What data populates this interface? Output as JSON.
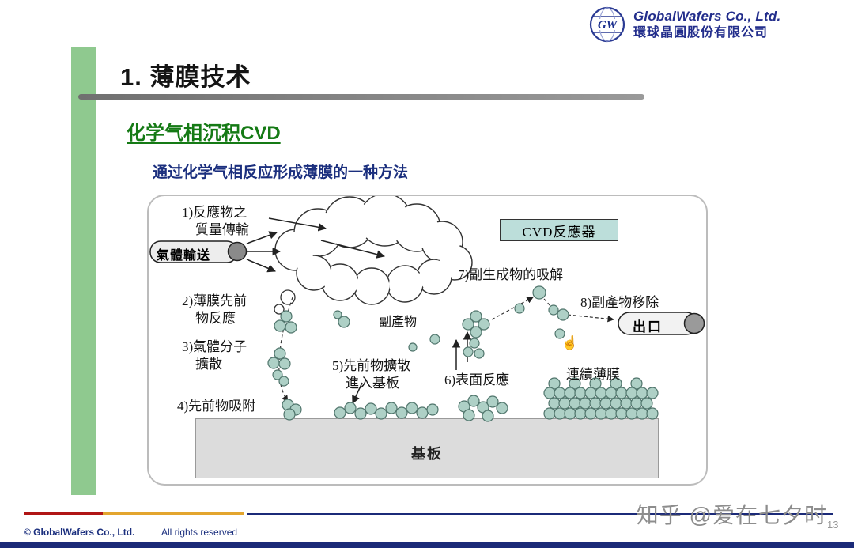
{
  "header": {
    "logo_monogram": "GW",
    "company_en": "GlobalWafers Co., Ltd.",
    "company_zh": "環球晶圓股份有限公司"
  },
  "slide": {
    "section_title": "1. 薄膜技术",
    "topic_heading": "化学气相沉积CVD",
    "subtitle": "通过化学气相反应形成薄膜的一种方法"
  },
  "diagram": {
    "reactor_box": "CVD反應器",
    "gas_inlet": "氣體輸送",
    "outlet": "出口",
    "byproduct": "副產物",
    "continuous_film": "連續薄膜",
    "substrate": "基板",
    "steps": {
      "s1": "1)反應物之\n　質量傳輸",
      "s2": "2)薄膜先前\n　物反應",
      "s3": "3)氣體分子\n　擴散",
      "s4": "4)先前物吸附",
      "s5": "5)先前物擴散\n　進入基板",
      "s6": "6)表面反應",
      "s7": "7)副生成物的吸解",
      "s8": "8)副產物移除"
    }
  },
  "footer": {
    "copyright": "© GlobalWafers Co., Ltd.",
    "rights": "All rights reserved",
    "page_number": "13",
    "watermark": "知乎 @爱在七夕时"
  },
  "colors": {
    "accent_green": "#8fc98f",
    "heading_green": "#157a15",
    "brand_navy": "#1b2f7e",
    "reactor_fill": "#bcdeda",
    "molecule_fill": "#aed0c6"
  }
}
